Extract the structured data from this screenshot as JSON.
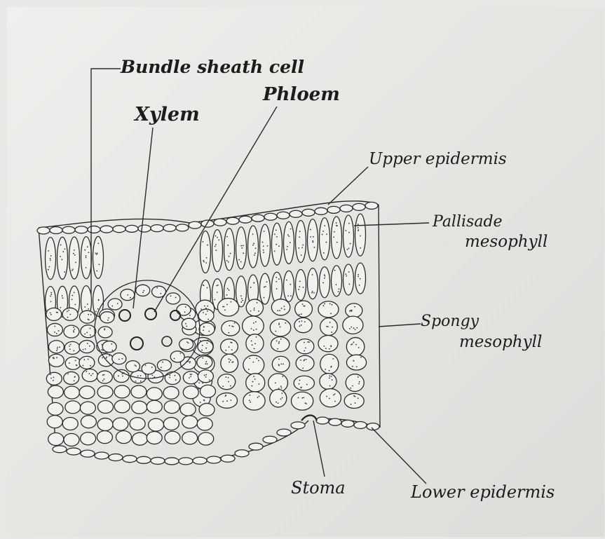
{
  "diagram": {
    "labels": {
      "bundle_sheath": "Bundle sheath cell",
      "xylem": "Xylem",
      "phloem": "Phloem",
      "upper_epidermis": "Upper epidermis",
      "palisade_1": "Pallisade",
      "palisade_2": "mesophyll",
      "spongy_1": "Spongy",
      "spongy_2": "mesophyll",
      "stoma": "Stoma",
      "lower_epidermis": "Lower epidermis"
    }
  }
}
